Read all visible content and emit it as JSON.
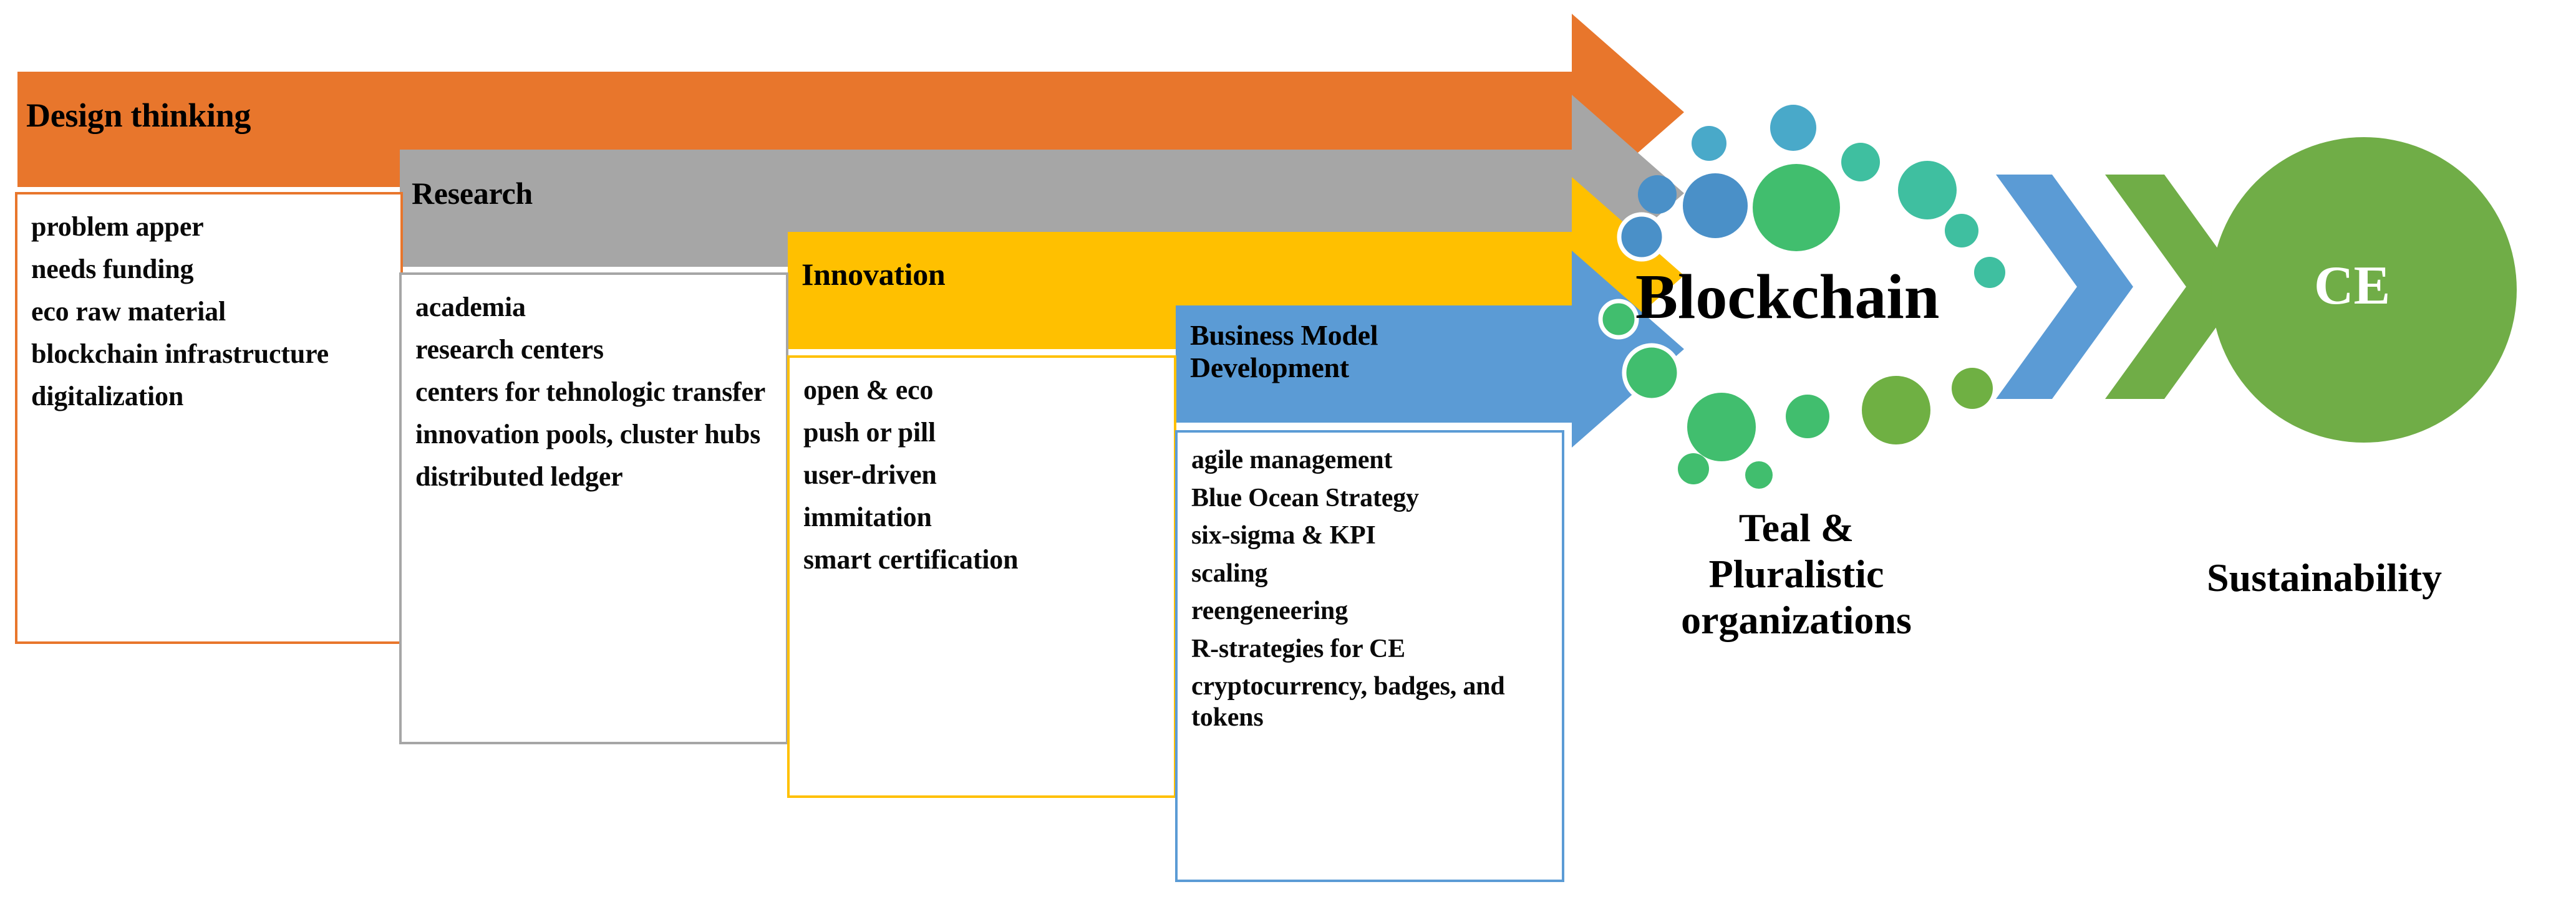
{
  "diagram": {
    "title": "Design thinking to Circular Economy process",
    "colors": {
      "orange": "#E8762C",
      "gray": "#A6A6A6",
      "yellow": "#FFC000",
      "blue": "#5B9BD5",
      "green": "#70AD47",
      "green_circle": "#70AD47",
      "dot_blue": "#4A90C8",
      "dot_blue_light": "#49A9C9",
      "dot_teal": "#3FBFA0",
      "dot_green_mid": "#41BE6E",
      "dot_green": "#4CAF50",
      "dot_green_dark": "#6FB043",
      "text": "#000000"
    }
  },
  "stages": [
    {
      "id": "design-thinking",
      "label": "Design thinking",
      "accent": "#E8762C",
      "items": [
        "problem  apper",
        "needs funding",
        "eco raw  material",
        "blockchain\ninfrastructure",
        "digitalization"
      ]
    },
    {
      "id": "research",
      "label": "Research",
      "accent": "#A6A6A6",
      "items": [
        "academia",
        "research centers",
        "centers for tehnologic\ntransfer",
        "innovation   pools,\ncluster hubs",
        "distributed  ledger"
      ]
    },
    {
      "id": "innovation",
      "label": "Innovation",
      "accent": "#FFC000",
      "items": [
        "open  &  eco",
        "push  or pill",
        "user-driven",
        "immitation",
        "smart  certification"
      ]
    },
    {
      "id": "business-model-development",
      "label": "Business Model\nDevelopment",
      "accent": "#5B9BD5",
      "items": [
        "agile management",
        "Blue Ocean  Strategy",
        "six-sigma & KPI",
        "scaling",
        "reengeneering",
        "R-strategies for  CE",
        "cryptocurrency,\nbadges,  and  tokens"
      ]
    }
  ],
  "center": {
    "title": "Blockchain",
    "caption": "Teal &\nPluralistic\norganizations"
  },
  "outcome": {
    "circle_label": "CE",
    "caption": "Sustainability"
  },
  "chevrons": [
    {
      "name": "chevron-blue",
      "color": "#5B9BD5"
    },
    {
      "name": "chevron-green",
      "color": "#70AD47"
    }
  ]
}
